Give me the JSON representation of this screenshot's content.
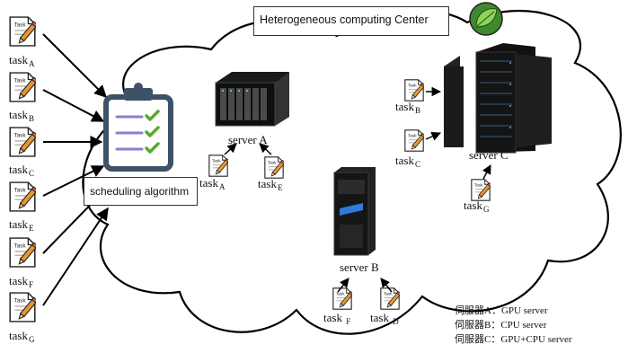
{
  "center_title": "Heterogeneous computing Center",
  "scheduler_label": "scheduling algorithm",
  "icon_text": "Task",
  "left_tasks": [
    {
      "base": "task",
      "sub": "A"
    },
    {
      "base": "task",
      "sub": "B"
    },
    {
      "base": "task",
      "sub": "C"
    },
    {
      "base": "task",
      "sub": "E"
    },
    {
      "base": "task",
      "sub": "F"
    },
    {
      "base": "task",
      "sub": "G"
    }
  ],
  "server_a": {
    "label": "server  A",
    "tasks": [
      {
        "base": "task",
        "sub": "A"
      },
      {
        "base": "task",
        "sub": "E"
      }
    ]
  },
  "server_b": {
    "label": "server  B",
    "tasks": [
      {
        "base": "task ",
        "sub": "F"
      },
      {
        "base": "task ",
        "sub": "D"
      }
    ]
  },
  "server_c": {
    "label": "server  C",
    "tasks": [
      {
        "base": "task",
        "sub": "B"
      },
      {
        "base": "task",
        "sub": "C"
      },
      {
        "base": "task",
        "sub": "G"
      }
    ]
  },
  "legend": [
    "伺服器A：GPU server",
    "伺服器B：CPU server",
    "伺服器C：GPU+CPU server"
  ],
  "colors": {
    "clipboard": "#3d5266",
    "check": "#5aa832",
    "list_line": "#8a7fd0",
    "pencil": "#e8962e",
    "leaf_logo": "#3f8a2e"
  }
}
